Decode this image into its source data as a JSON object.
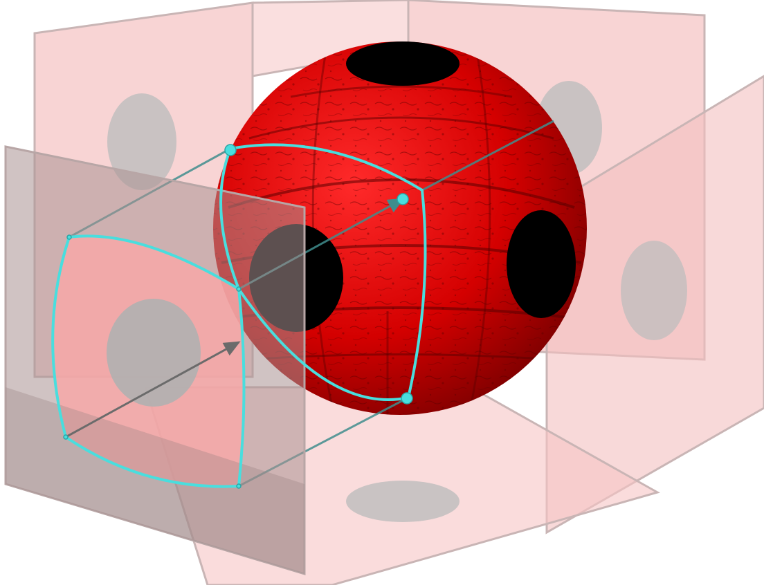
{
  "colors": {
    "background": "#ffffff",
    "sphere_base": "#d40000",
    "sphere_highlight": "#ff2a2a",
    "sphere_shadow": "#6a0000",
    "sphere_holes": "#000000",
    "projection_plane_pink": "#f6c5c5",
    "projection_plane_gray": "#b9a2a2",
    "projection_hole": "#b8b8b8",
    "patch_outline": "#49dede",
    "projection_rays": "#3f8d8d",
    "direction_arrow": "#6b6b6b"
  },
  "icons": {
    "sphere": "textured-sphere-icon",
    "plane": "projection-plane-icon",
    "arrow": "projection-direction-arrow-icon"
  },
  "scene": {
    "description_text": "",
    "planes": [
      "back-left",
      "back-top",
      "back-right",
      "right",
      "bottom",
      "left-front"
    ],
    "sphere_holes": [
      "top-hole",
      "front-hole",
      "right-hole"
    ],
    "patch_corners": 4
  }
}
